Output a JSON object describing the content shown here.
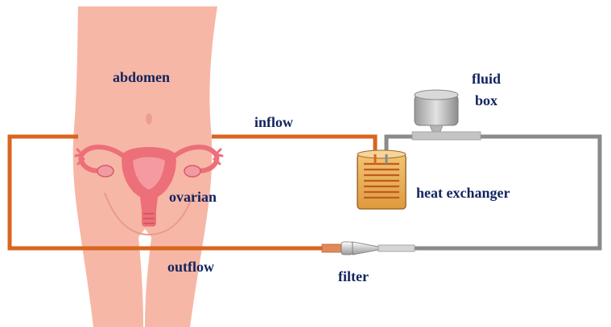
{
  "labels": {
    "abdomen": "abdomen",
    "inflow": "inflow",
    "ovarian": "ovarian",
    "outflow": "outflow",
    "fluid": "fluid",
    "box": "box",
    "heat_exchanger": "heat exchanger",
    "filter": "filter"
  },
  "colors": {
    "label": "#13235e",
    "body_skin": "#f7b7a6",
    "uterus": "#ec6f79",
    "tube_inflow": "#d9651f",
    "tube_return": "#8a8a8a",
    "exchanger_fluid": "#e6a24a",
    "coil": "#c05a1f"
  },
  "icons": {
    "body": "human-torso-illustration",
    "uterus": "uterus-ovaries-illustration",
    "fluid_box": "fluid-reservoir-icon",
    "heat_exchanger": "heat-exchanger-coil-icon",
    "filter": "inline-filter-icon"
  }
}
